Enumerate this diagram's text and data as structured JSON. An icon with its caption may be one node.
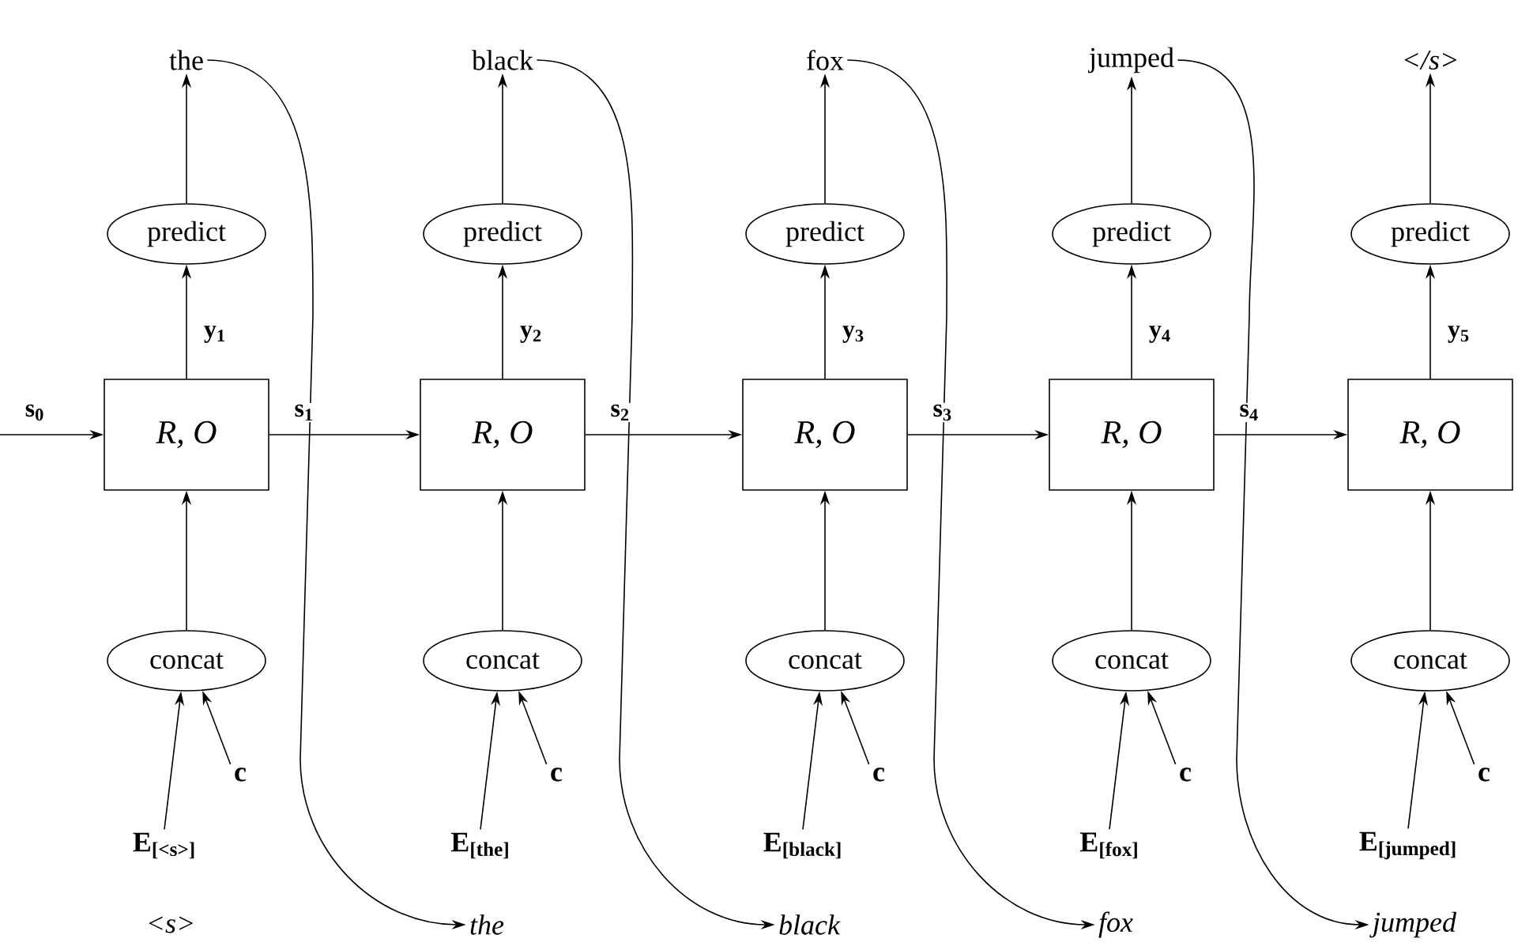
{
  "diagram": {
    "nodes": [
      {
        "text": [
          "the"
        ]
      },
      {
        "text": [
          "predict"
        ]
      },
      {
        "text": [
          "R, O"
        ]
      },
      {
        "text": [
          "concat"
        ]
      },
      {
        "text": [
          "E$_{[<s>]}$"
        ]
      },
      {
        "text": [
          "c"
        ]
      },
      {
        "text": [
          "<s>"
        ]
      },
      {
        "text": [
          "black"
        ]
      },
      {
        "text": [
          "predict"
        ]
      },
      {
        "text": [
          "R, O"
        ]
      },
      {
        "text": [
          "concat"
        ]
      },
      {
        "text": [
          "E$_{[the]}$"
        ]
      },
      {
        "text": [
          "c"
        ]
      },
      {
        "text": [
          "the"
        ]
      },
      {
        "text": [
          "fox"
        ]
      },
      {
        "text": [
          "predict"
        ]
      },
      {
        "text": [
          "R, O"
        ]
      },
      {
        "text": [
          "concat"
        ]
      },
      {
        "text": [
          "E$_{[black]}$"
        ]
      },
      {
        "text": [
          "c"
        ]
      },
      {
        "text": [
          "black"
        ]
      },
      {
        "text": [
          "jumped"
        ]
      },
      {
        "text": [
          "predict"
        ]
      },
      {
        "text": [
          "R, O"
        ]
      },
      {
        "text": [
          "concat"
        ]
      },
      {
        "text": [
          "E$_{[fox]}$"
        ]
      },
      {
        "text": [
          "c"
        ]
      },
      {
        "text": [
          "fox"
        ]
      },
      {
        "text": [
          "</s>"
        ]
      },
      {
        "text": [
          "predict"
        ]
      },
      {
        "text": [
          "R, O"
        ]
      },
      {
        "text": [
          "concat"
        ]
      },
      {
        "text": [
          "E$_{[jumped]}$"
        ]
      },
      {
        "text": [
          "c"
        ]
      },
      {
        "text": [
          "jumped"
        ]
      }
    ],
    "edges": [
      {
        "from": 1,
        "to": 0,
        "arrow": "to"
      },
      {
        "from": 2,
        "to": 1,
        "arrow": "to",
        "label": "y$_{1}$"
      },
      {
        "from": 3,
        "to": 2,
        "arrow": "to"
      },
      {
        "from": 4,
        "to": 3,
        "arrow": "to"
      },
      {
        "from": 5,
        "to": 3,
        "arrow": "to"
      },
      {
        "from": 8,
        "to": 7,
        "arrow": "to"
      },
      {
        "from": 9,
        "to": 8,
        "arrow": "to",
        "label": "y$_{2}$"
      },
      {
        "from": 10,
        "to": 9,
        "arrow": "to"
      },
      {
        "from": 11,
        "to": 10,
        "arrow": "to"
      },
      {
        "from": 12,
        "to": 10,
        "arrow": "to"
      },
      {
        "from": 15,
        "to": 14,
        "arrow": "to"
      },
      {
        "from": 16,
        "to": 15,
        "arrow": "to",
        "label": "y$_{3}$"
      },
      {
        "from": 17,
        "to": 16,
        "arrow": "to"
      },
      {
        "from": 18,
        "to": 17,
        "arrow": "to"
      },
      {
        "from": 19,
        "to": 17,
        "arrow": "to"
      },
      {
        "from": 22,
        "to": 21,
        "arrow": "to"
      },
      {
        "from": 23,
        "to": 22,
        "arrow": "to",
        "label": "y$_{4}$"
      },
      {
        "from": 24,
        "to": 23,
        "arrow": "to"
      },
      {
        "from": 25,
        "to": 24,
        "arrow": "to"
      },
      {
        "from": 26,
        "to": 24,
        "arrow": "to"
      },
      {
        "from": 29,
        "to": 28,
        "arrow": "to"
      },
      {
        "from": 30,
        "to": 29,
        "arrow": "to",
        "label": "y$_{5}$"
      },
      {
        "from": 31,
        "to": 30,
        "arrow": "to"
      },
      {
        "from": 32,
        "to": 31,
        "arrow": "to"
      },
      {
        "from": 33,
        "to": 31,
        "arrow": "to"
      },
      {
        "from": null,
        "to": 2,
        "arrow": "to",
        "label": "s$_{0}$"
      },
      {
        "from": 2,
        "to": 9,
        "arrow": "to",
        "label": "s$_{1}$"
      },
      {
        "from": 9,
        "to": 16,
        "arrow": "to",
        "label": "s$_{2}$"
      },
      {
        "from": 16,
        "to": 23,
        "arrow": "to",
        "label": "s$_{3}$"
      },
      {
        "from": 23,
        "to": 30,
        "arrow": "to",
        "label": "s$_{4}$"
      },
      {
        "from": 0,
        "to": 13,
        "arrow": "to"
      },
      {
        "from": 7,
        "to": 20,
        "arrow": "to"
      },
      {
        "from": 14,
        "to": 27,
        "arrow": "to"
      },
      {
        "from": 21,
        "to": 34,
        "arrow": "to"
      }
    ]
  }
}
